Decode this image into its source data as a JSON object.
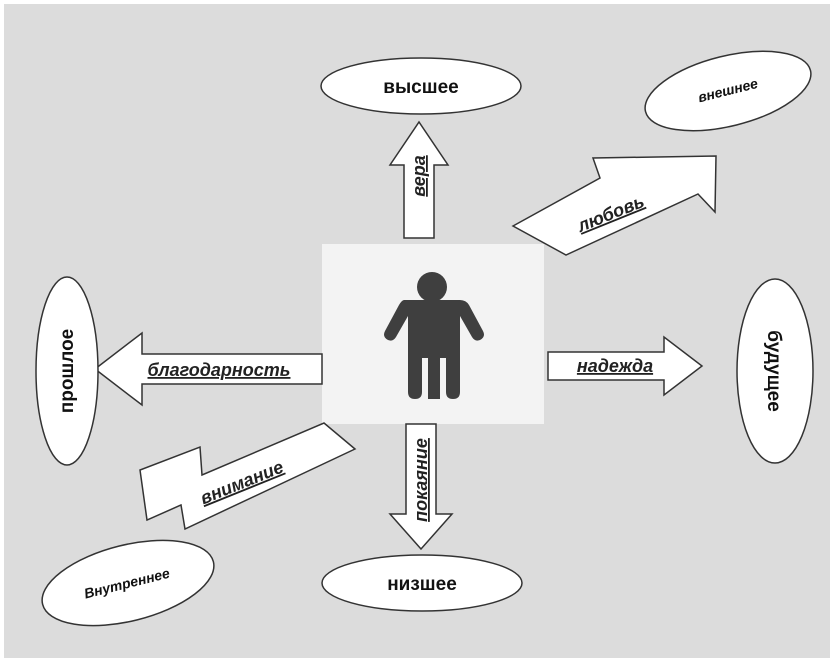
{
  "center": {
    "icon": "person-icon"
  },
  "nodes": {
    "top": "высшее",
    "bottom": "низшее",
    "left": "прошлое",
    "right": "будущее",
    "top_right": "внешнее",
    "bottom_left": "Внутреннее"
  },
  "arrows": {
    "up": "вера",
    "down": "покаяние",
    "left": "благодарность",
    "right": "надежда",
    "up_right": "любовь",
    "down_left": "внимание"
  },
  "colors": {
    "background": "#dcdcdc",
    "panel": "#f3f3f3",
    "figure": "#3f3f3f"
  }
}
